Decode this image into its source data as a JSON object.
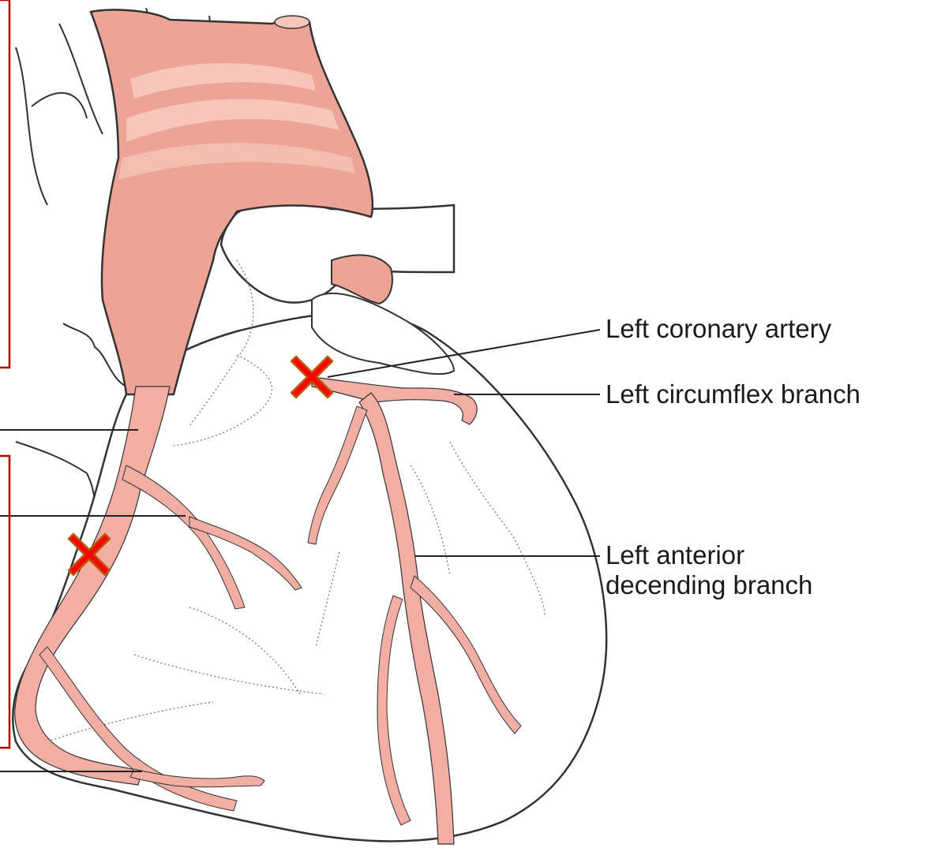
{
  "diagram": {
    "labels": {
      "left_coronary_artery": "Left coronary artery",
      "left_circumflex_branch": "Left circumflex branch",
      "left_anterior_line1": "Left anterior",
      "left_anterior_line2": "decending branch"
    },
    "markers": [
      {
        "name": "blockage-marker-left-coronary",
        "symbol": "X"
      },
      {
        "name": "blockage-marker-right-coronary",
        "symbol": "X"
      }
    ],
    "colors": {
      "artery_fill": "#f2aea2",
      "aorta_fill": "#eda395",
      "outline": "#333333",
      "marker_fill": "#ff0000",
      "marker_stroke": "#b55a00",
      "box_border": "#b00000"
    }
  }
}
